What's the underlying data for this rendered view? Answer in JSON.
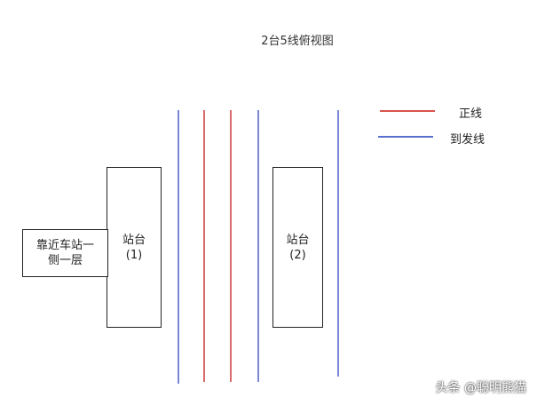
{
  "title": "2台5线俯视图",
  "platform_1": {
    "line1": "站台",
    "line2": "(1)"
  },
  "platform_2": {
    "line1": "站台",
    "line2": "(2)"
  },
  "side_building": {
    "line1": "靠近车站一",
    "line2": "侧一层"
  },
  "legend": [
    {
      "label": "正线",
      "color": "#d9534f"
    },
    {
      "label": "到发线",
      "color": "#5b6fd1"
    }
  ],
  "tracks": [
    {
      "type": "到发线",
      "color": "#7b86d8"
    },
    {
      "type": "正线",
      "color": "#d96a6a"
    },
    {
      "type": "正线",
      "color": "#d96a6a"
    },
    {
      "type": "到发线",
      "color": "#7b86d8"
    },
    {
      "type": "到发线",
      "color": "#7b86d8"
    }
  ],
  "watermark": "头条 @聪明熊猫"
}
